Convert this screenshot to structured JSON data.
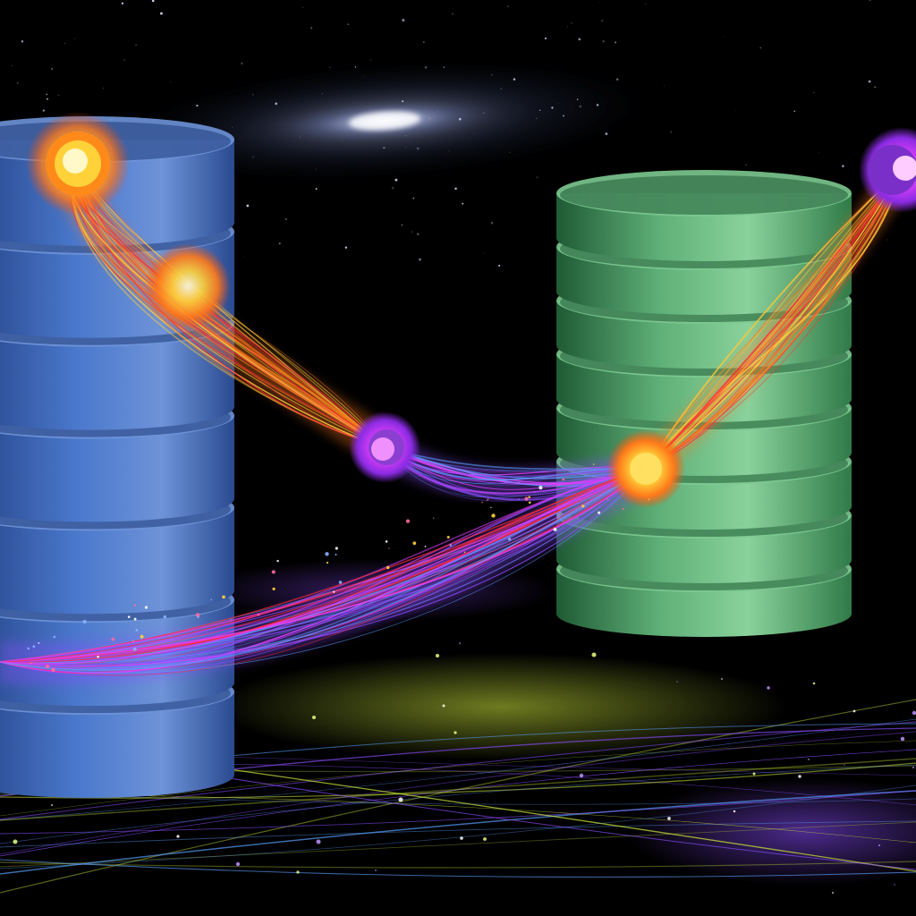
{
  "scene": {
    "background": "#000000",
    "galaxy_color": "#c8d4ff",
    "left_database": {
      "color": "#3a64b8",
      "shade": "#1e3a7a",
      "highlight": "#6e93d8",
      "disk_count": 7
    },
    "right_database": {
      "color": "#3f9a5c",
      "shade": "#1f5a34",
      "highlight": "#7cc990",
      "disk_count": 8
    },
    "stream_colors": {
      "orange": "#ff7a1a",
      "violet": "#8a4dff",
      "magenta": "#e040fb",
      "yellow": "#ffd23a",
      "red": "#ff2a3a"
    },
    "nodes": [
      {
        "color": "#ffb020",
        "kind": "orange-orb"
      },
      {
        "color": "#ffd840",
        "kind": "orange-orb"
      },
      {
        "color": "#e040fb",
        "kind": "magenta-orb"
      },
      {
        "color": "#ffd23a",
        "kind": "yellow-orb"
      },
      {
        "color": "#d040ff",
        "kind": "magenta-orb"
      }
    ],
    "floor_glow_colors": [
      "#c8e03a",
      "#8a4dff",
      "#5aa0ff"
    ]
  }
}
